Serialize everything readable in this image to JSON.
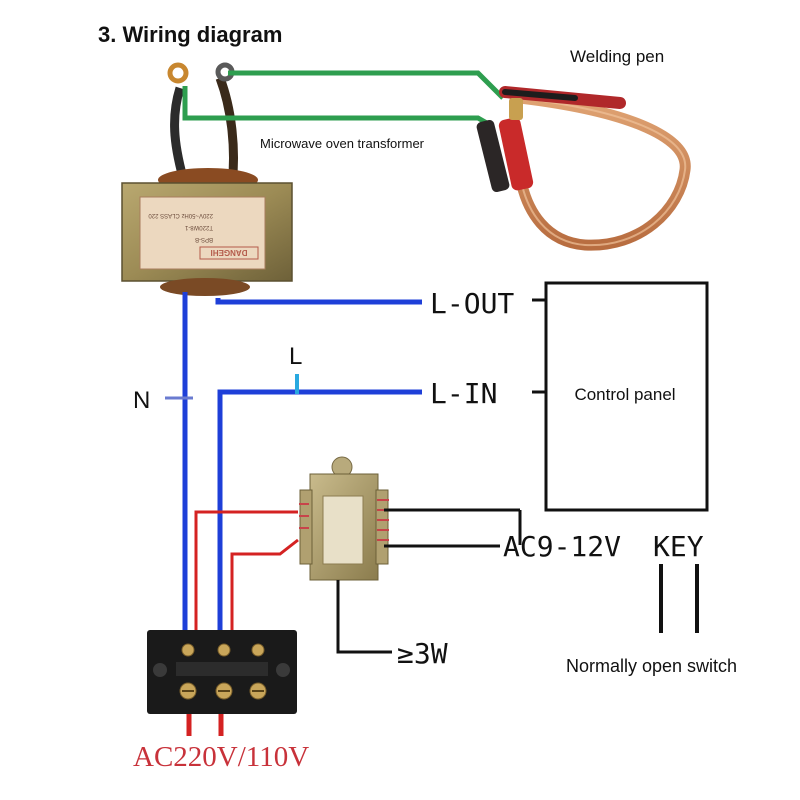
{
  "title": "3.  Wiring diagram",
  "labels": {
    "welding_pen": "Welding pen",
    "microwave_transformer": "Microwave oven transformer",
    "l_out": "L-OUT",
    "l_in": "L-IN",
    "l": "L",
    "n": "N",
    "control_panel": "Control panel",
    "ac_low": "AC9-12V",
    "key": "KEY",
    "power_rating": "≥3W",
    "normally_open_switch": "Normally open switch",
    "mains": "AC220V/110V"
  },
  "transformer_plate": {
    "brand": "DANGEHI",
    "lines": [
      "220V~50Hz CLASS 220",
      "T220W8-1",
      "BPS-B"
    ]
  },
  "colors": {
    "live_neutral_wire": "#1e3fd8",
    "output_wire": "#2e9e4f",
    "control_wire": "#111111",
    "low_voltage_wire": "#d42222",
    "mains_label": "#c8323a",
    "l_marker": "#29a9e0"
  }
}
